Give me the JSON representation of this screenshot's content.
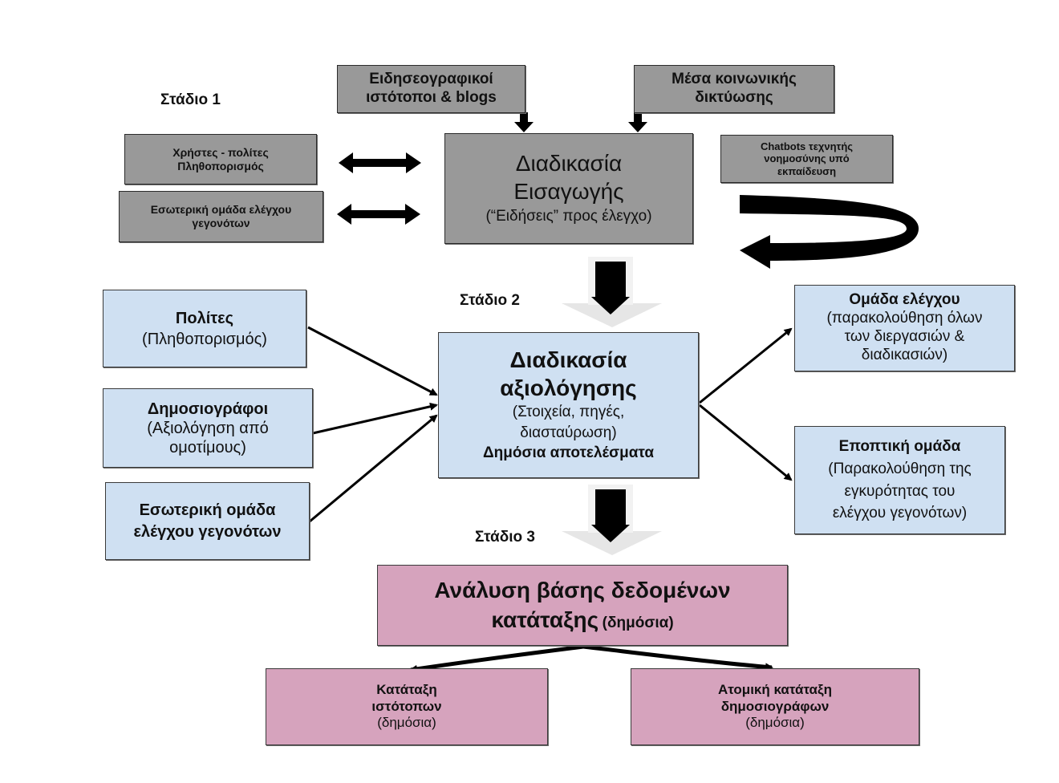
{
  "stages": {
    "stage1": "Στάδιο 1",
    "stage2": "Στάδιο 2",
    "stage3": "Στάδιο 3"
  },
  "stage1": {
    "news_sites": {
      "line1": "Ειδησεογραφικοί",
      "line2": "ιστότοποι & blogs"
    },
    "social_media": {
      "line1": "Μέσα κοινωνικής",
      "line2": "δικτύωσης"
    },
    "users": {
      "line1": "Χρήστες - πολίτες",
      "line2": "Πληθοπορισμός"
    },
    "internal_team": {
      "line1": "Εσωτερική ομάδα ελέγχου",
      "line2": "γεγονότων"
    },
    "intake": {
      "line1": "Διαδικασία",
      "line2": "Εισαγωγής",
      "line3": "(“Ειδήσεις” προς έλεγχο)"
    },
    "chatbots": {
      "line1": "Chatbots τεχνητής",
      "line2": "νοημοσύνης υπό",
      "line3": "εκπαίδευση"
    }
  },
  "stage2": {
    "citizens": {
      "title": "Πολίτες",
      "sub": "(Πληθοπορισμός)"
    },
    "journalists": {
      "title": "Δημοσιογράφοι",
      "sub1": "(Αξιολόγηση από",
      "sub2": "ομοτίμους)"
    },
    "internal_team": {
      "line1": "Εσωτερική ομάδα",
      "line2": "ελέγχου γεγονότων"
    },
    "evaluation": {
      "line1": "Διαδικασία",
      "line2": "αξιολόγησης",
      "sub1": "(Στοιχεία, πηγές,",
      "sub2": "διασταύρωση)",
      "footer": "Δημόσια αποτελέσματα"
    },
    "control_team": {
      "title": "Ομάδα ελέγχου",
      "sub1": "(παρακολούθηση όλων",
      "sub2": "των διεργασιών &",
      "sub3": "διαδικασιών)"
    },
    "supervisory": {
      "title": "Εποπτική ομάδα",
      "sub1": "(Παρακολούθηση της",
      "sub2": "εγκυρότητας του",
      "sub3": "ελέγχου γεγονότων)"
    }
  },
  "stage3": {
    "analysis": {
      "line1": "Ανάλυση βάσης δεδομένων",
      "line2": "κατάταξης",
      "line2_sub": "(δημόσια)"
    },
    "sites_rank": {
      "line1": "Κατάταξη",
      "line2": "ιστότοπων",
      "line3": "(δημόσια)"
    },
    "journalists_rank": {
      "line1": "Ατομική κατάταξη",
      "line2": "δημοσιογράφων",
      "line3": "(δημόσια)"
    }
  },
  "colors": {
    "gray_box": "#999999",
    "blue_box": "#cfe0f2",
    "pink_box": "#d6a3bd"
  }
}
